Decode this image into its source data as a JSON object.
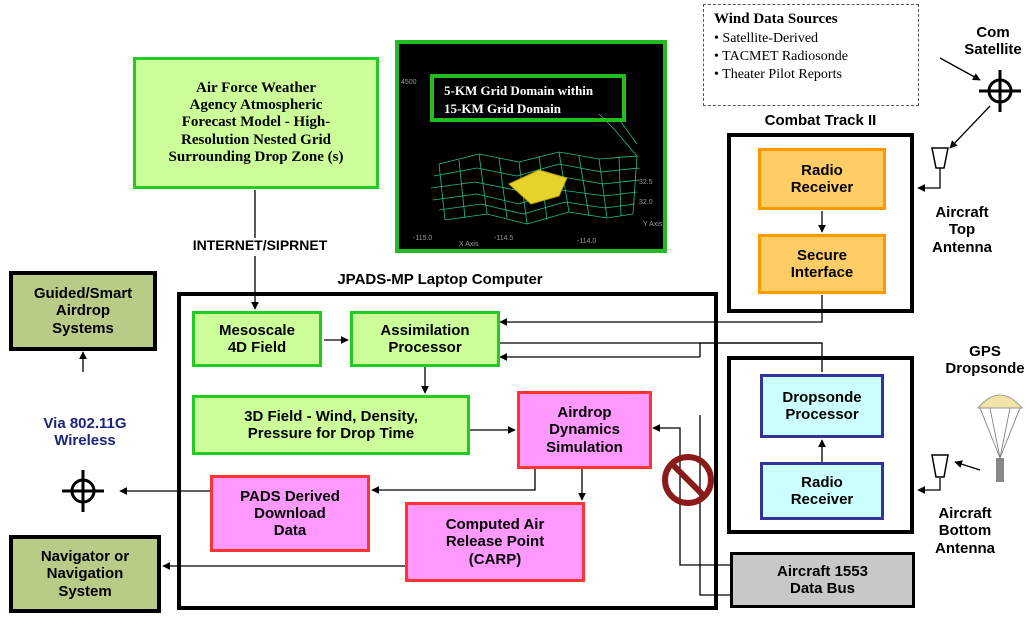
{
  "afwa_box": {
    "line1": "Air Force Weather",
    "line2": "Agency Atmospheric",
    "line3": "Forecast Model - High-",
    "line4": "Resolution Nested Grid",
    "line5": "Surrounding Drop Zone (s)"
  },
  "grid_image": {
    "inset_line1": "5-KM Grid Domain within",
    "inset_line2": "15-KM Grid Domain",
    "x_axis_label": "X Axis",
    "y_axis_label": "Y Axis",
    "z_tick": "4500",
    "x_tick_left": "-115.0",
    "x_tick_mid": "-114.5",
    "x_tick_right": "-114.0",
    "y_tick_1": "32.0",
    "y_tick_2": "32.5"
  },
  "wind_sources": {
    "title": "Wind Data Sources",
    "items": [
      "Satellite-Derived",
      "TACMET Radiosonde",
      "Theater Pilot Reports"
    ]
  },
  "com_satellite": {
    "line1": "Com",
    "line2": "Satellite"
  },
  "combat_track": {
    "title": "Combat Track II",
    "radio_receiver": {
      "line1": "Radio",
      "line2": "Receiver"
    },
    "secure_interface": {
      "line1": "Secure",
      "line2": "Interface"
    }
  },
  "aircraft_top_antenna": {
    "line1": "Aircraft",
    "line2": "Top",
    "line3": "Antenna"
  },
  "internet_label": "INTERNET/SIPRNET",
  "laptop": {
    "title": "JPADS-MP Laptop Computer",
    "mesoscale": {
      "line1": "Mesoscale",
      "line2": "4D Field"
    },
    "assimilation": {
      "line1": "Assimilation",
      "line2": "Processor"
    },
    "field3d": {
      "line1": "3D Field - Wind, Density,",
      "line2": "Pressure for Drop Time"
    },
    "airdrop_sim": {
      "line1": "Airdrop",
      "line2": "Dynamics",
      "line3": "Simulation"
    },
    "pads_download": {
      "line1": "PADS Derived",
      "line2": "Download",
      "line3": "Data"
    },
    "carp": {
      "line1": "Computed Air",
      "line2": "Release Point",
      "line3": "(CARP)"
    }
  },
  "guided_systems": {
    "line1": "Guided/Smart",
    "line2": "Airdrop",
    "line3": "Systems"
  },
  "via_wireless": {
    "line1": "Via 802.11G",
    "line2": "Wireless"
  },
  "navigator": {
    "line1": "Navigator or",
    "line2": "Navigation",
    "line3": "System"
  },
  "dropsonde_group": {
    "dropsonde_processor": {
      "line1": "Dropsonde",
      "line2": "Processor"
    },
    "radio_receiver": {
      "line1": "Radio",
      "line2": "Receiver"
    }
  },
  "gps_dropsonde": {
    "line1": "GPS",
    "line2": "Dropsonde"
  },
  "aircraft_bottom_antenna": {
    "line1": "Aircraft",
    "line2": "Bottom",
    "line3": "Antenna"
  },
  "aircraft_bus": {
    "line1": "Aircraft 1553",
    "line2": "Data Bus"
  },
  "colors": {
    "green_fill": "#ccff99",
    "green_border": "#22cc22",
    "pink_fill": "#ff99ff",
    "pink_border": "#ff3333",
    "orange_fill": "#ffcc66",
    "orange_border": "#ff9900",
    "cyan_fill": "#ccffff",
    "cyan_border": "#333399",
    "olive_fill": "#b8cc88",
    "gray_fill": "#c8c8c8",
    "label_blue": "#1a237e",
    "prohibit_red": "#8b1a1a"
  }
}
